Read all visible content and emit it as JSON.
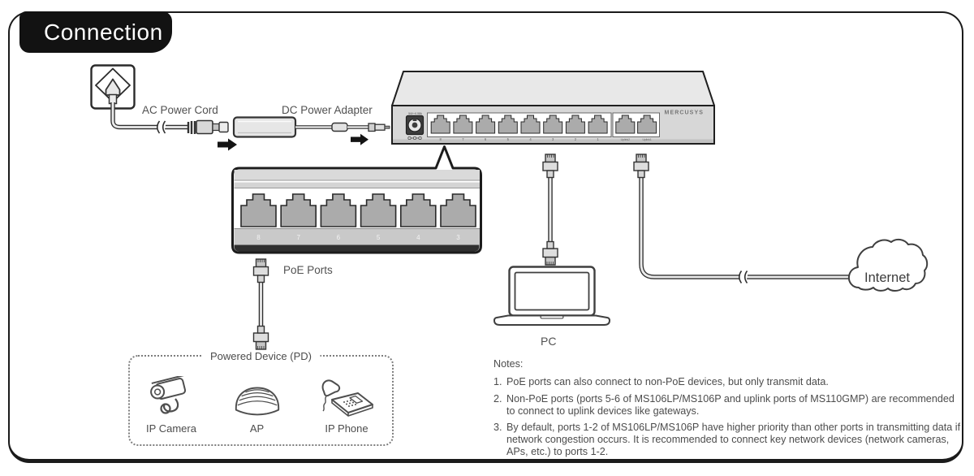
{
  "page": {
    "title": "Connection"
  },
  "power": {
    "ac_label": "AC Power Cord",
    "dc_label": "DC Power Adapter"
  },
  "switch": {
    "brand": "MERCUSYS",
    "power_spec": "54V⎓0.55A",
    "port_labels": [
      "8",
      "7",
      "6",
      "5",
      "4",
      "3",
      "2",
      "1"
    ],
    "uplink_labels": [
      "Uplink2",
      "Uplink1"
    ]
  },
  "poe_callout": {
    "label": "PoE Ports",
    "port_numbers": [
      "8",
      "7",
      "6",
      "5",
      "4",
      "3"
    ]
  },
  "pd_box": {
    "label": "Powered Device (PD)",
    "devices": [
      {
        "name": "IP Camera"
      },
      {
        "name": "AP"
      },
      {
        "name": "IP Phone"
      }
    ]
  },
  "pc_label": "PC",
  "internet_label": "Internet",
  "notes": {
    "title": "Notes:",
    "items": [
      {
        "num": "1.",
        "text": "PoE ports can also connect to non-PoE devices, but only transmit data."
      },
      {
        "num": "2.",
        "text": "Non-PoE ports (ports 5-6 of MS106LP/MS106P and uplink ports of MS110GMP) are recommended to connect to uplink devices like gateways."
      },
      {
        "num": "3.",
        "text": "By default, ports 1-2 of MS106LP/MS106P have higher priority than other ports in transmitting data if network congestion occurs. It is recommended to connect key network devices (network cameras, APs, etc.) to ports 1-2."
      }
    ]
  }
}
